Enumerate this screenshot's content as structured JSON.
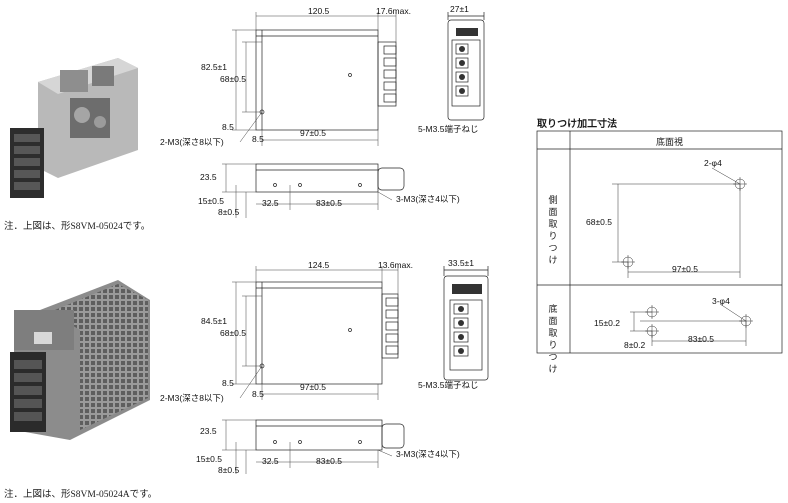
{
  "top": {
    "dims": {
      "width": "120.5",
      "depth": "17.6max.",
      "side_width": "27±1",
      "height": "82.5±1",
      "mount_v": "68±0.5",
      "offset_v": "8.5",
      "offset_h": "8.5",
      "mount_h": "97±0.5",
      "screw_note": "2-M3(深さ8以下)",
      "terminal_note": "5-M3.5端子ねじ",
      "bottom_h": "23.5",
      "bottom_v1": "15±0.5",
      "bottom_v2": "8±0.5",
      "bottom_h1": "32.5",
      "bottom_h2": "83±0.5",
      "bottom_screw": "3-M3(深さ4以下)"
    },
    "note": "注．上図は、形S8VM-05024です。"
  },
  "bottom": {
    "dims": {
      "width": "124.5",
      "depth": "13.6max.",
      "side_width": "33.5±1",
      "height": "84.5±1",
      "mount_v": "68±0.5",
      "offset_v": "8.5",
      "offset_h": "8.5",
      "mount_h": "97±0.5",
      "screw_note": "2-M3(深さ8以下)",
      "terminal_note": "5-M3.5端子ねじ",
      "bottom_h": "23.5",
      "bottom_v1": "15±0.5",
      "bottom_v2": "8±0.5",
      "bottom_h1": "32.5",
      "bottom_h2": "83±0.5",
      "bottom_screw": "3-M3(深さ4以下)"
    },
    "note": "注．上図は、形S8VM-05024Aです。"
  },
  "mount": {
    "title": "取りつけ加工寸法",
    "header": "底面視",
    "side_label": "側面取りつけ",
    "bottom_label": "底面取りつけ",
    "side": {
      "holes": "2-φ4",
      "v": "68±0.5",
      "h": "97±0.5"
    },
    "bottom": {
      "holes": "3-φ4",
      "v1": "15±0.2",
      "v2": "8±0.2",
      "h": "83±0.5"
    }
  }
}
